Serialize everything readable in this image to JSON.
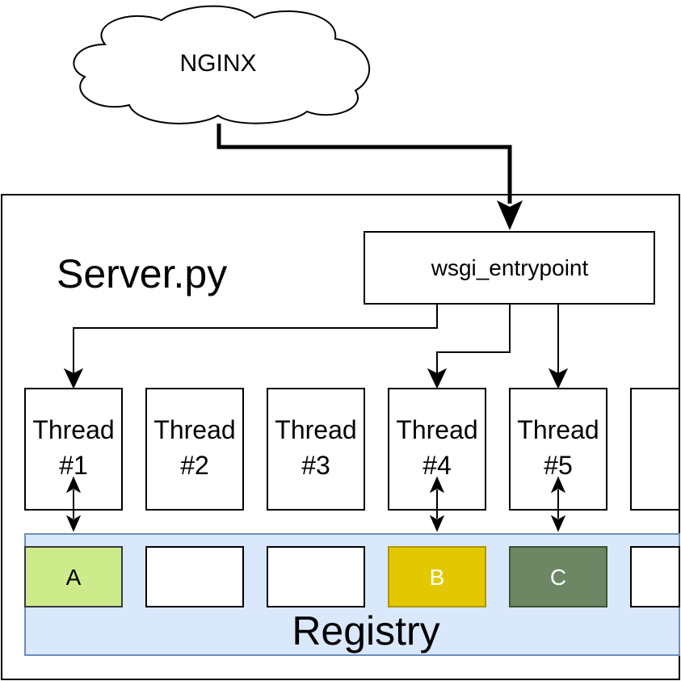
{
  "nginx": {
    "label": "NGINX"
  },
  "server": {
    "label": "Server.py"
  },
  "entrypoint": {
    "label": "wsgi_entrypoint"
  },
  "threads": [
    {
      "line1": "Thread",
      "line2": "#1"
    },
    {
      "line1": "Thread",
      "line2": "#2"
    },
    {
      "line1": "Thread",
      "line2": "#3"
    },
    {
      "line1": "Thread",
      "line2": "#4"
    },
    {
      "line1": "Thread",
      "line2": "#5"
    }
  ],
  "registry": {
    "label": "Registry",
    "slots": [
      {
        "label": "A",
        "fill": "#cdeb8b",
        "stroke": "#36393d",
        "text_color": "#000000"
      },
      {
        "label": "",
        "fill": "#ffffff",
        "stroke": "#000000",
        "text_color": "#000000"
      },
      {
        "label": "",
        "fill": "#ffffff",
        "stroke": "#000000",
        "text_color": "#000000"
      },
      {
        "label": "B",
        "fill": "#e3c800",
        "stroke": "#b09500",
        "text_color": "#ffffff"
      },
      {
        "label": "C",
        "fill": "#6d8764",
        "stroke": "#3a5431",
        "text_color": "#ffffff"
      }
    ],
    "fill": "#dae8fc",
    "stroke": "#6c8ebf"
  }
}
